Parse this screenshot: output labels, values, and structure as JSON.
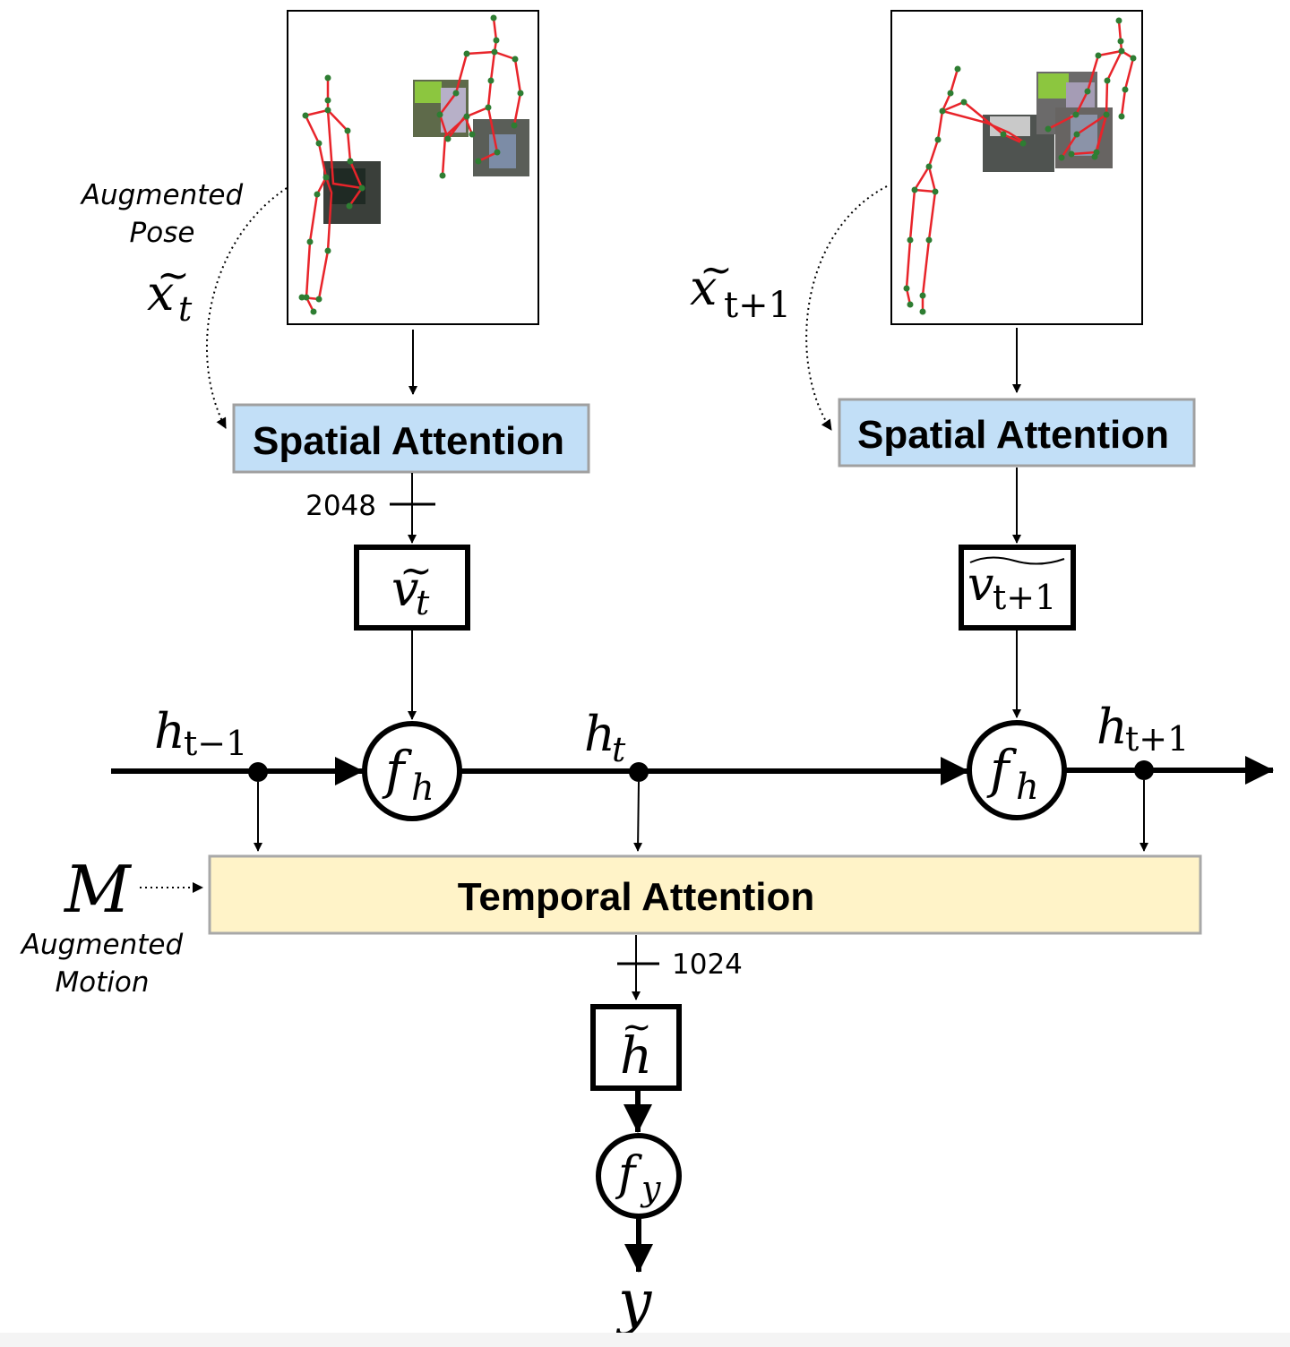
{
  "spatial_attention": {
    "left_label": "Spatial Attention",
    "right_label": "Spatial Attention",
    "fill": "#c2dff7",
    "stroke": "#a0a0a0"
  },
  "temporal_attention": {
    "label": "Temporal Attention",
    "fill": "#fff3c8",
    "stroke": "#a8a8a8"
  },
  "dims": {
    "spatial_out": "2048",
    "temporal_out": "1024"
  },
  "annotations": {
    "augmented_pose_line1": "Augmented",
    "augmented_pose_line2": "Pose",
    "augmented_motion_line1": "Augmented",
    "augmented_motion_line2": "Motion"
  },
  "symbols": {
    "x_t": {
      "base": "x",
      "sub": "t"
    },
    "x_t1": {
      "base": "x",
      "sub": "t+1"
    },
    "v_t": {
      "base": "v",
      "sub": "t"
    },
    "v_t1": {
      "base": "v",
      "sub": "t+1"
    },
    "h_tm1": {
      "base": "h",
      "sub": "t−1"
    },
    "h_t": {
      "base": "h",
      "sub": "t"
    },
    "h_t1": {
      "base": "h",
      "sub": "t+1"
    },
    "f_h_left": {
      "base": "f",
      "sub": "h"
    },
    "f_h_right": {
      "base": "f",
      "sub": "h"
    },
    "f_y": {
      "base": "f",
      "sub": "y"
    },
    "h_tilde": {
      "base": "h"
    },
    "M": "M",
    "y": "y"
  },
  "skeleton_colors": {
    "bone": "#e8242a",
    "joint": "#2e7d32"
  }
}
